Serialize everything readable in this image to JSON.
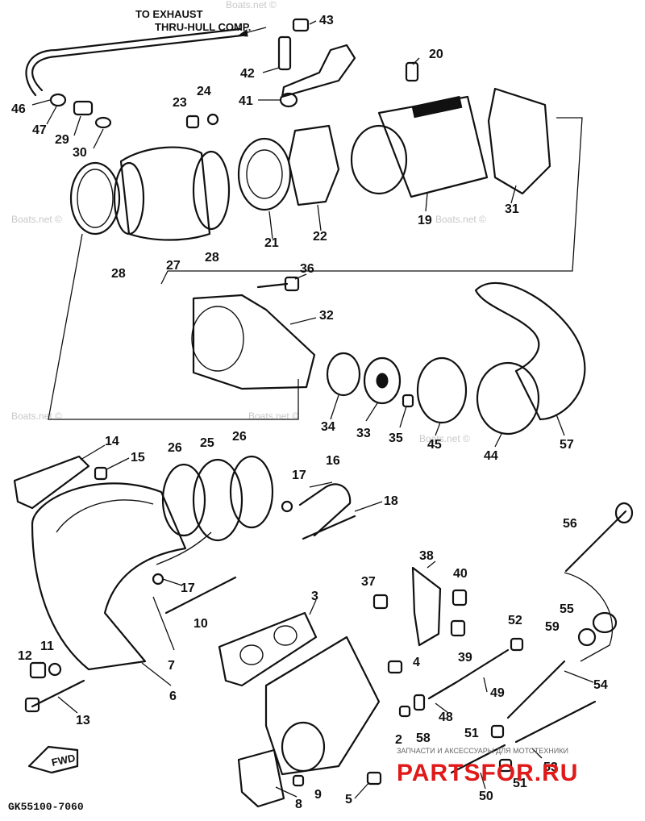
{
  "header_note": {
    "line1": "TO EXHAUST",
    "line2": "THRU-HULL COMP."
  },
  "watermark": "Boats.net ©",
  "diagram_code": "GK55100-7060",
  "fwd_label": "FWD",
  "brand": {
    "name": "PARTSFOR.RU",
    "tagline": "ЗАПЧАСТИ И АКСЕССУАРЫ ДЛЯ МОТОТЕХНИКИ"
  },
  "callouts": {
    "c43": "43",
    "c20": "20",
    "c42": "42",
    "c41": "41",
    "c46": "46",
    "c47": "47",
    "c29": "29",
    "c30": "30",
    "c23": "23",
    "c24": "24",
    "c19": "19",
    "c31": "31",
    "c28a": "28",
    "c27": "27",
    "c28b": "28",
    "c21": "21",
    "c22": "22",
    "c36": "36",
    "c32": "32",
    "c34": "34",
    "c33": "33",
    "c35": "35",
    "c45": "45",
    "c44": "44",
    "c57": "57",
    "c14": "14",
    "c15": "15",
    "c26a": "26",
    "c25": "25",
    "c26b": "26",
    "c17a": "17",
    "c16": "16",
    "c18": "18",
    "c17b": "17",
    "c10": "10",
    "c12": "12",
    "c11": "11",
    "c7": "7",
    "c6": "6",
    "c13": "13",
    "c3": "3",
    "c37": "37",
    "c38": "38",
    "c40": "40",
    "c39": "39",
    "c4": "4",
    "c52": "52",
    "c56": "56",
    "c55": "55",
    "c59": "59",
    "c54": "54",
    "c49": "49",
    "c48": "48",
    "c58": "58",
    "c2": "2",
    "c51a": "51",
    "c53": "53",
    "c51b": "51",
    "c50": "50",
    "c9": "9",
    "c8": "8",
    "c5": "5"
  }
}
